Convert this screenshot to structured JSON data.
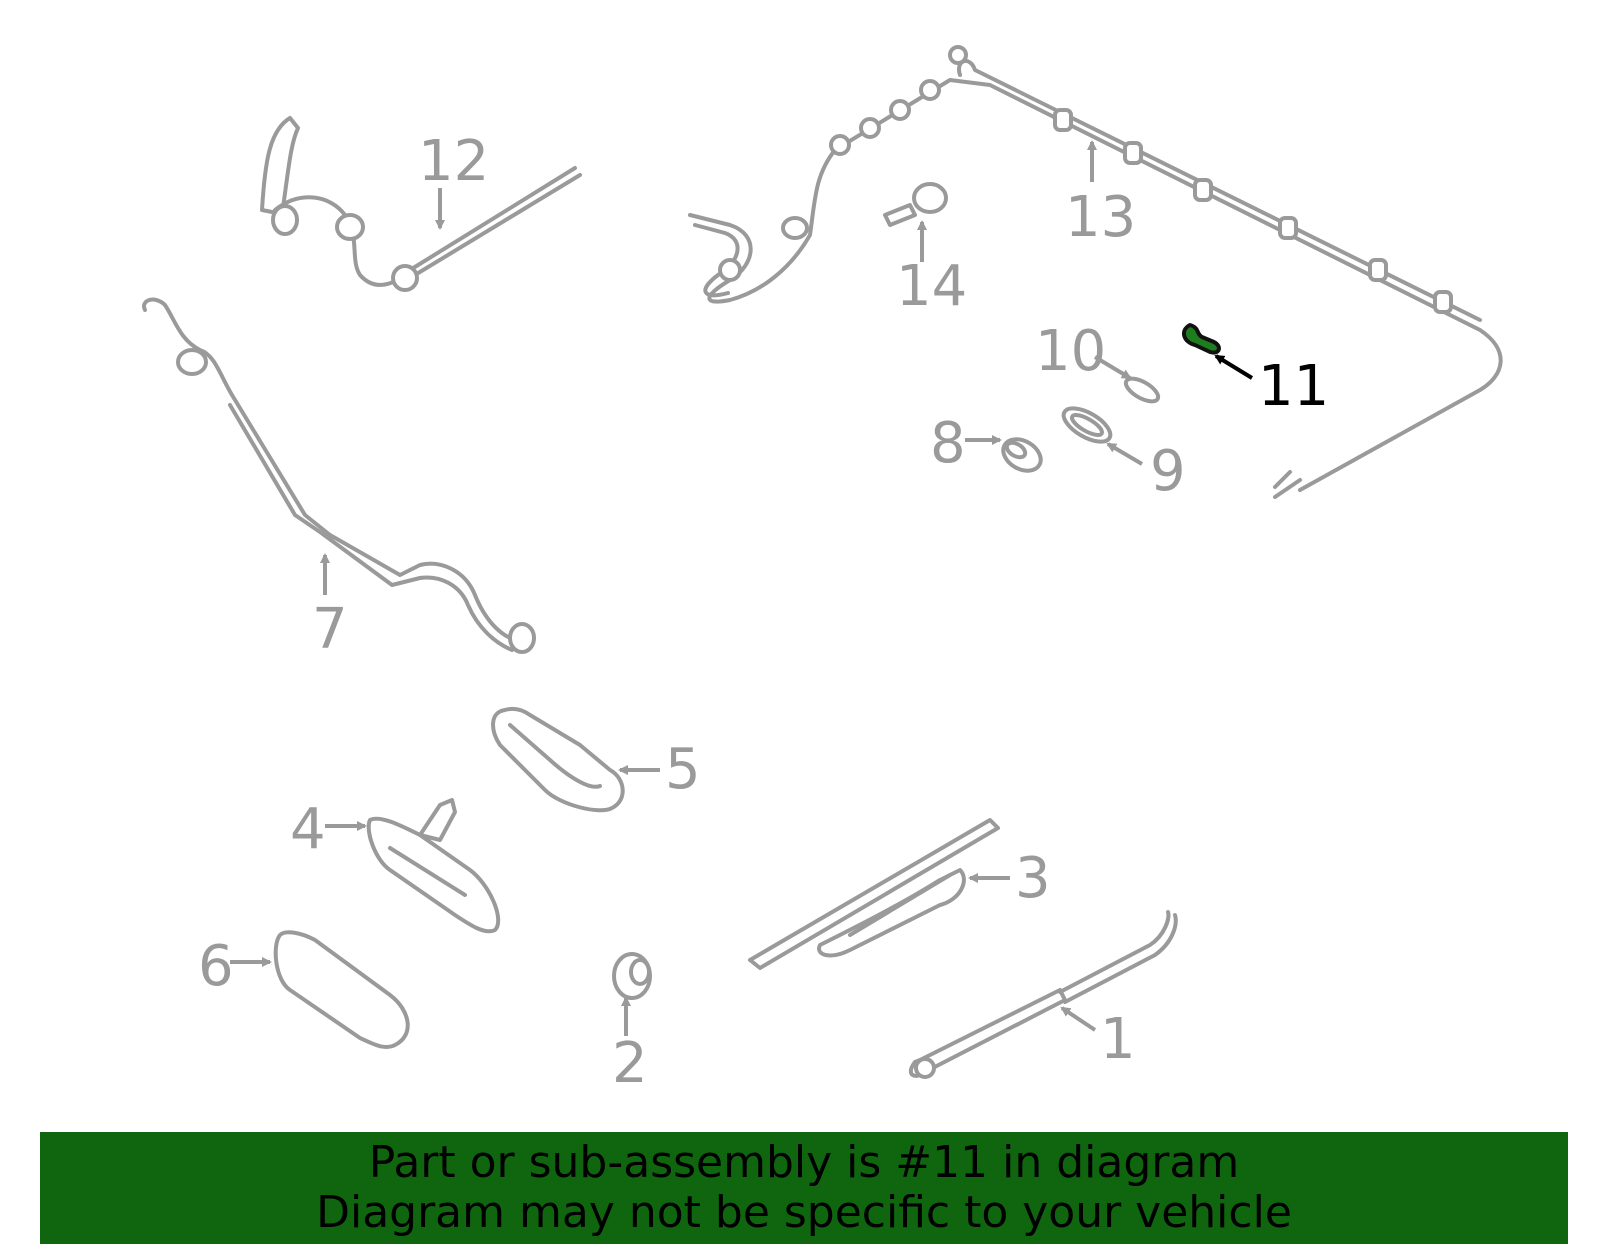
{
  "callouts": {
    "p1": "1",
    "p2": "2",
    "p3": "3",
    "p4": "4",
    "p5": "5",
    "p6": "6",
    "p7": "7",
    "p8": "8",
    "p9": "9",
    "p10": "10",
    "p11": "11",
    "p12": "12",
    "p13": "13",
    "p14": "14"
  },
  "highlighted_part": "11",
  "colors": {
    "part_outline": "#9a9a9a",
    "highlight": "#1e7d1e",
    "banner_bg": "#0f660f",
    "banner_text": "#000000"
  },
  "banner": {
    "line1": "Part or sub-assembly is #11 in diagram",
    "line2": "Diagram may not be specific to your vehicle"
  }
}
